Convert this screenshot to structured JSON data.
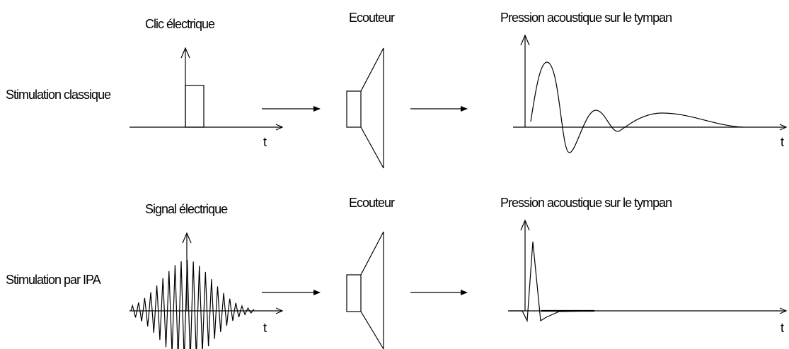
{
  "rows": [
    {
      "row_label": "Stimulation classique",
      "input_title": "Clic électrique",
      "transducer_title": "Ecouteur",
      "output_title": "Pression acoustique sur le tympan",
      "input_axis_label": "t",
      "output_axis_label": "t"
    },
    {
      "row_label": "Stimulation par IPA",
      "input_title": "Signal électrique",
      "transducer_title": "Ecouteur",
      "output_title": "Pression acoustique sur le tympan",
      "input_axis_label": "t",
      "output_axis_label": "t"
    }
  ]
}
